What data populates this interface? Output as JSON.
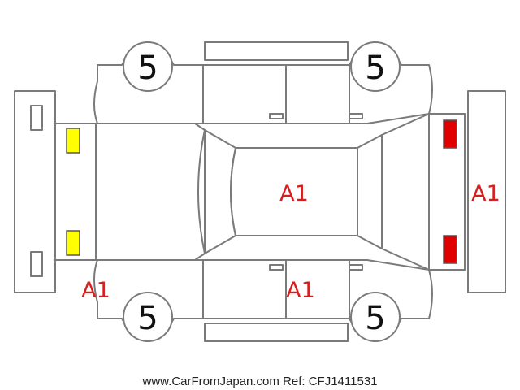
{
  "colors": {
    "outline": "#7a7a7a",
    "damage_code": "#d91c1c",
    "lamp_yellow": "#ffff00",
    "lamp_red": "#e00000"
  },
  "tires": {
    "front_left": "5",
    "front_right": "5",
    "rear_left": "5",
    "rear_right": "5"
  },
  "damage": {
    "roof": "A1",
    "rear_bumper": "A1",
    "front_left_corner": "A1",
    "right_rear_door": "A1"
  },
  "footer": {
    "text": "www.CarFromJapan.com Ref: CFJ1411531"
  }
}
